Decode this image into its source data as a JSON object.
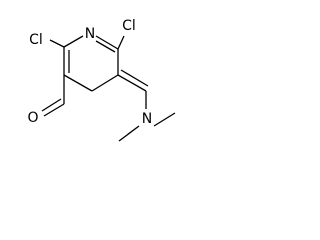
{
  "molecule": {
    "atoms": {
      "n_ring": "N",
      "cl_right": "Cl",
      "cl_left": "Cl",
      "o_aldehyde": "O",
      "n_amine": "N"
    }
  }
}
